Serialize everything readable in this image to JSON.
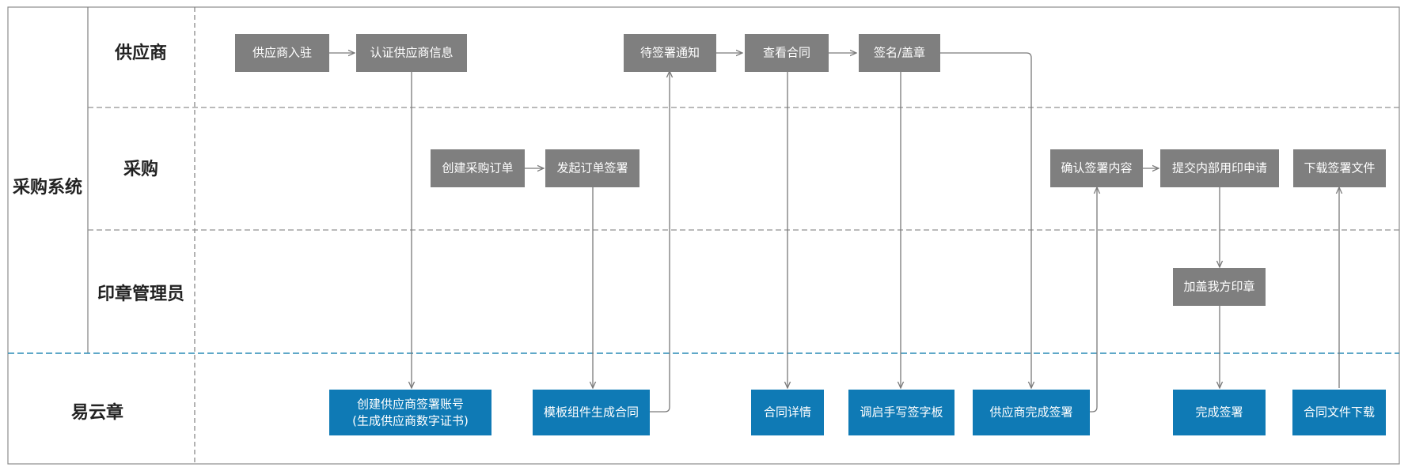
{
  "colors": {
    "gray_node": "#7f7f7f",
    "blue_node": "#0f7ab5",
    "lane_divider": "#808080",
    "blue_divider": "#2a8bb5",
    "connector": "#7a7a7a",
    "frame": "#8c8c8c"
  },
  "groups": {
    "procurement_system": "采购系统"
  },
  "lanes": {
    "supplier": "供应商",
    "purchasing": "采购",
    "seal_admin": "印章管理员",
    "yiyunzhang": "易云章"
  },
  "nodes": {
    "supplier_onboard": "供应商入驻",
    "verify_supplier": "认证供应商信息",
    "pending_notice": "待签署通知",
    "view_contract": "查看合同",
    "sign_seal": "签名/盖章",
    "create_po": "创建采购订单",
    "initiate_sign": "发起订单签署",
    "confirm_content": "确认签署内容",
    "submit_seal_request": "提交内部用印申请",
    "download_signed": "下载签署文件",
    "add_our_seal": "加盖我方印章",
    "create_account_line1": "创建供应商签署账号",
    "create_account_line2": "(生成供应商数字证书)",
    "template_generate": "模板组件生成合同",
    "contract_detail": "合同详情",
    "handwriting_pad": "调启手写签字板",
    "supplier_done": "供应商完成签署",
    "sign_complete": "完成签署",
    "contract_download": "合同文件下载"
  }
}
